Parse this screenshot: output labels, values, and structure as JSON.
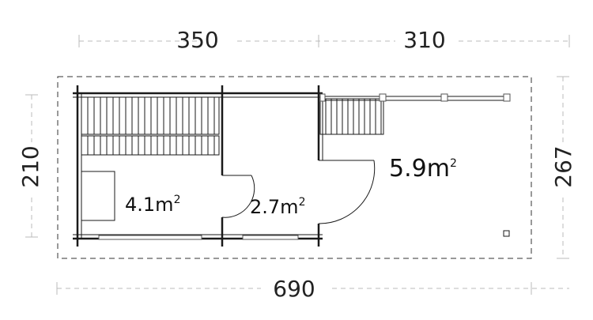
{
  "dimensions": {
    "top_left": "350",
    "top_right": "310",
    "bottom": "690",
    "left": "210",
    "right": "267"
  },
  "rooms": [
    {
      "area": "4.1",
      "unit": "m",
      "exp": "2"
    },
    {
      "area": "2.7",
      "unit": "m",
      "exp": "2"
    },
    {
      "area": "5.9",
      "unit": "m",
      "exp": "2"
    }
  ],
  "colors": {
    "line": "#1a1a1a",
    "dimension": "#bbbbbb"
  }
}
